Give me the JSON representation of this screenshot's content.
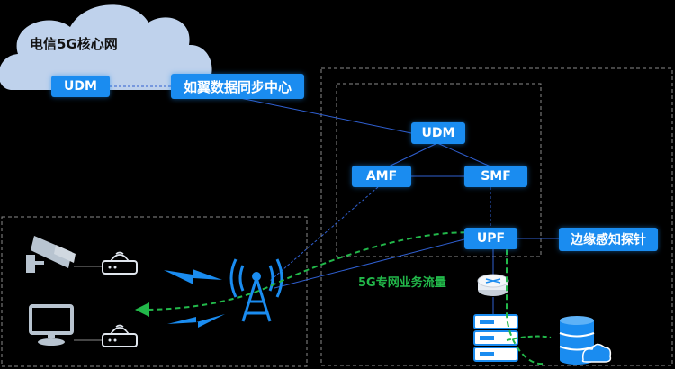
{
  "cloud": {
    "title": "电信5G核心网",
    "udm": "UDM"
  },
  "sync_center": "如翼数据同步中心",
  "core": {
    "udm": "UDM",
    "amf": "AMF",
    "smf": "SMF",
    "upf": "UPF"
  },
  "edge_probe": "边缘感知探针",
  "flow_label": "5G专网业务流量",
  "colors": {
    "box": "#1a8cf0",
    "flow": "#22b84a",
    "link": "#2f5fd0",
    "cloud": "#bfd2ec",
    "frame": "#8a8a8a"
  },
  "icons": [
    "cctv-camera-icon",
    "router-icon",
    "monitor-icon",
    "lightning-icon",
    "antenna-icon",
    "switch-icon",
    "server-icon",
    "database-icon",
    "cloud-icon"
  ]
}
